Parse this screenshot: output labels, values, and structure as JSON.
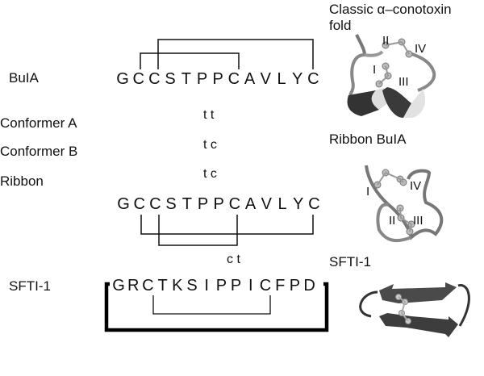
{
  "labels": {
    "bula": "BuIA",
    "conformer_a": "Conformer A",
    "conformer_b": "Conformer B",
    "ribbon": "Ribbon",
    "sfti": "SFTI-1"
  },
  "isomers": {
    "conformer_a": "t t",
    "conformer_b": "t c",
    "ribbon": "t c",
    "sfti": "c t"
  },
  "sequences": {
    "bula_top": [
      "G",
      "C",
      "C",
      "S",
      "T",
      "P",
      "P",
      "C",
      "A",
      "V",
      "L",
      "Y",
      "C"
    ],
    "bula_ribbon": [
      "G",
      "C",
      "C",
      "S",
      "T",
      "P",
      "P",
      "C",
      "A",
      "V",
      "L",
      "Y",
      "C"
    ],
    "sfti": [
      "G",
      "R",
      "C",
      "T",
      "K",
      "S",
      "I",
      "P",
      "P",
      "I",
      "C",
      "F",
      "P",
      "D"
    ]
  },
  "structures": {
    "classic_title_line1": "Classic α–conotoxin",
    "classic_title_line2": "fold",
    "ribbon_title": "Ribbon BuIA",
    "sfti_title": "SFTI-1",
    "classic_roman": [
      "I",
      "II",
      "III",
      "IV"
    ],
    "ribbon_roman": [
      "I",
      "II",
      "III",
      "IV"
    ]
  }
}
